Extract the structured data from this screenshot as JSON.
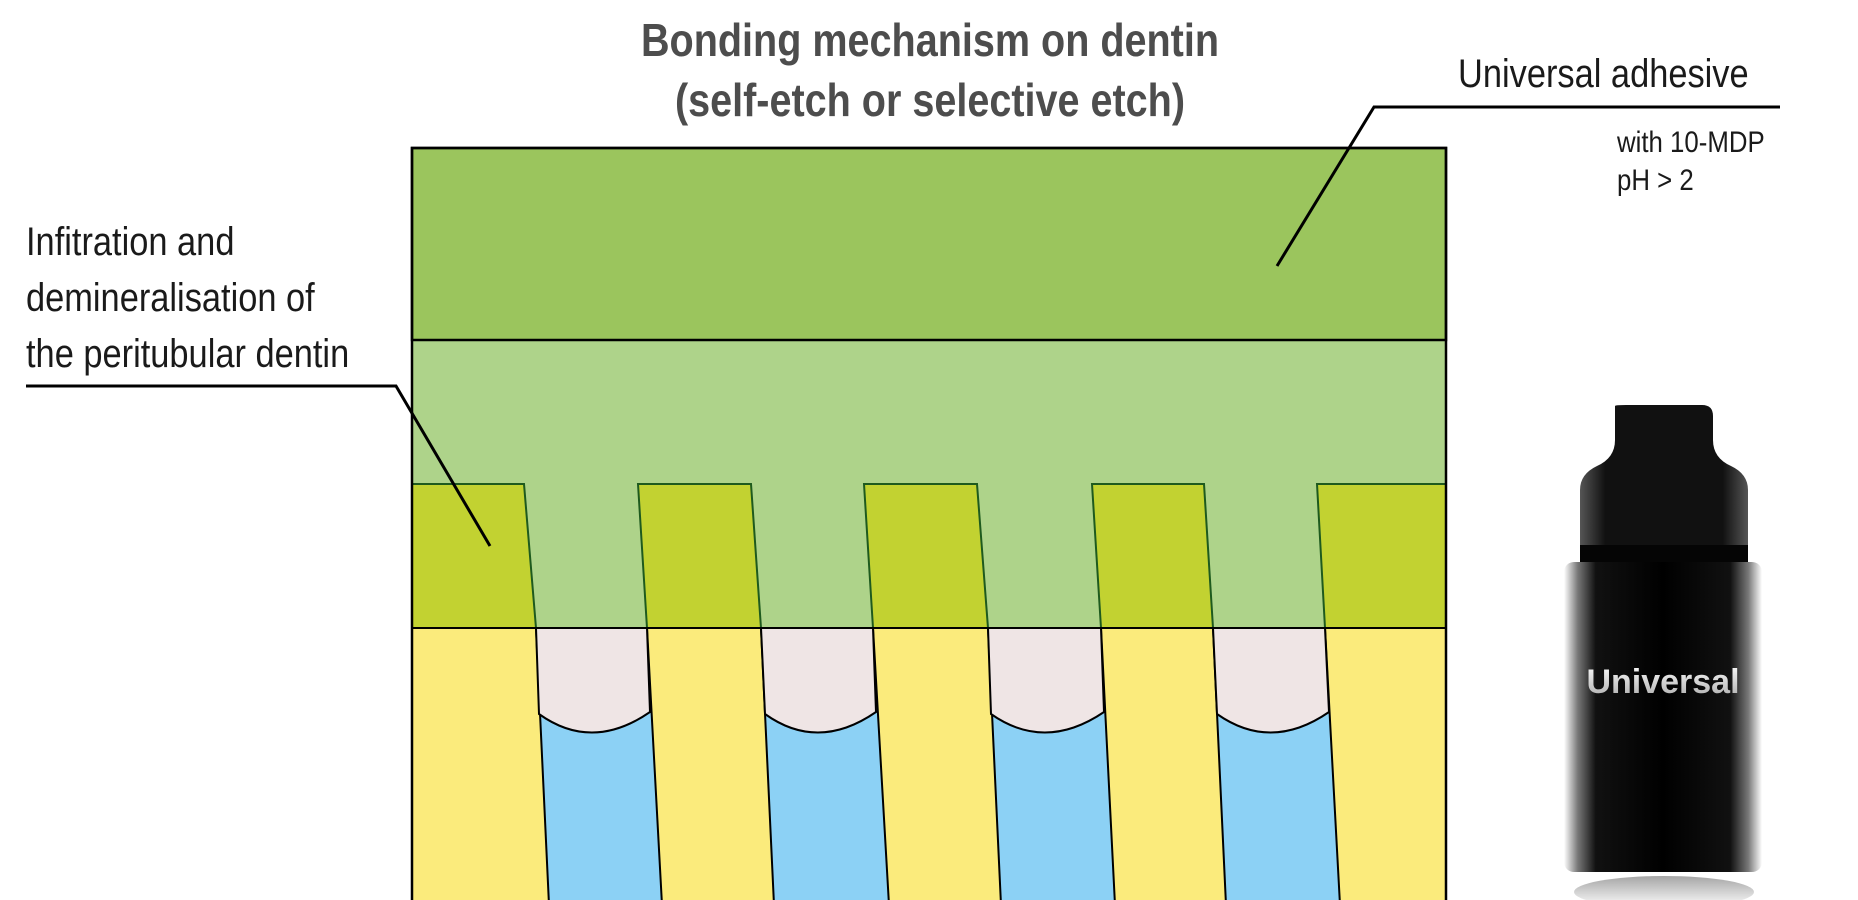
{
  "title": {
    "line1": "Bonding mechanism on dentin",
    "line2": "(self-etch or selective etch)"
  },
  "labels": {
    "left": {
      "line1": "Infitration and",
      "line2": "demineralisation of",
      "line3": "the peritubular dentin"
    },
    "right": {
      "main": "Universal adhesive",
      "sub1": "with 10-MDP",
      "sub2": "pH > 2"
    }
  },
  "bottle": {
    "label": "Universal"
  },
  "colors": {
    "adhesive_dark": "#9bc55d",
    "adhesive_light": "#aed38a",
    "demineralised": "#c2d231",
    "dentin": "#fbeb7c",
    "tubule_fluid": "#8cd1f5",
    "tubule_plug": "#efe5e5",
    "outline": "#1e5a1e"
  }
}
